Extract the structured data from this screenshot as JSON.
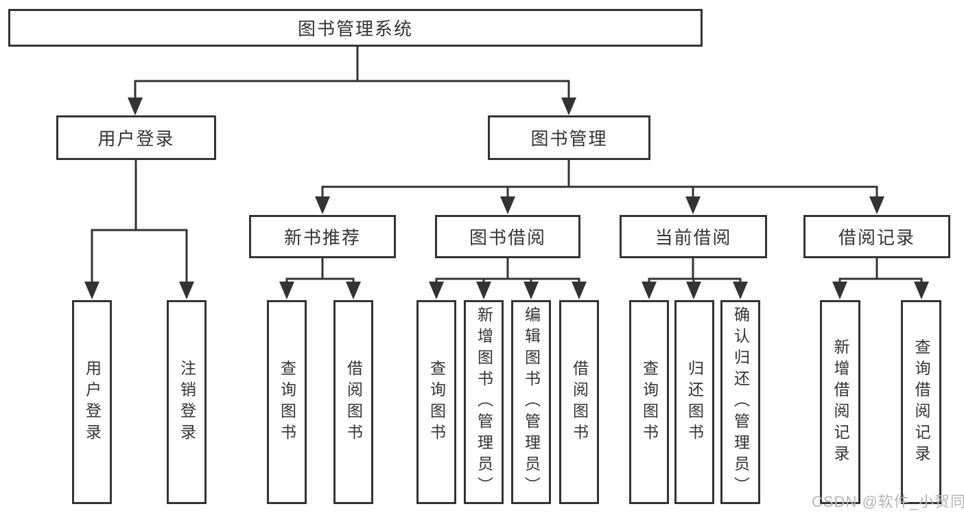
{
  "diagram_type": "hierarchy-tree",
  "colors": {
    "line": "#333333",
    "box_border": "#333333",
    "text": "#333333",
    "background": "#ffffff",
    "watermark": "#b5b5b5"
  },
  "tree": {
    "root": {
      "label": "图书管理系统",
      "children": [
        {
          "label": "用户登录",
          "children": [
            {
              "label": "用户登录"
            },
            {
              "label": "注销登录"
            }
          ]
        },
        {
          "label": "图书管理",
          "children": [
            {
              "label": "新书推荐",
              "children": [
                {
                  "label": "查询图书"
                },
                {
                  "label": "借阅图书"
                }
              ]
            },
            {
              "label": "图书借阅",
              "children": [
                {
                  "label": "查询图书"
                },
                {
                  "label": "新增图书（管理员）"
                },
                {
                  "label": "编辑图书（管理员）"
                },
                {
                  "label": "借阅图书"
                }
              ]
            },
            {
              "label": "当前借阅",
              "children": [
                {
                  "label": "查询图书"
                },
                {
                  "label": "归还图书"
                },
                {
                  "label": "确认归还（管理员）"
                }
              ]
            },
            {
              "label": "借阅记录",
              "children": [
                {
                  "label": "新增借阅记录"
                },
                {
                  "label": "查询借阅记录"
                }
              ]
            }
          ]
        }
      ]
    }
  },
  "watermark": {
    "text": "CSDN @软件_小贺同学"
  }
}
